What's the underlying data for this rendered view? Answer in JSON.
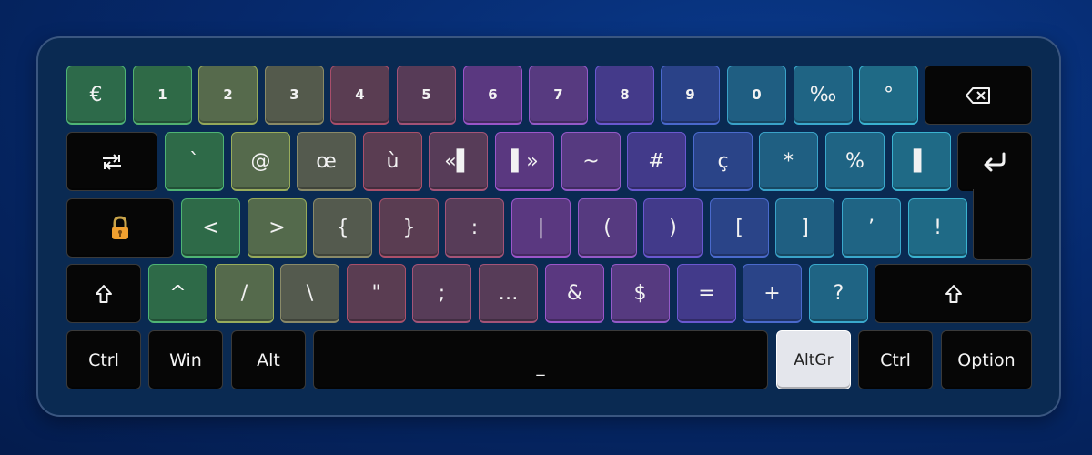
{
  "keyboard": {
    "row1": [
      {
        "label": "€",
        "bg": "#2d6a4a",
        "bd": "#4fb476"
      },
      {
        "label": "1",
        "bg": "#2f6a47",
        "bd": "#52b070"
      },
      {
        "label": "2",
        "bg": "#566a4c",
        "bd": "#94a85a"
      },
      {
        "label": "3",
        "bg": "#545a4c",
        "bd": "#8a8a66"
      },
      {
        "label": "4",
        "bg": "#5a3d52",
        "bd": "#a84e6a"
      },
      {
        "label": "5",
        "bg": "#573b57",
        "bd": "#a25276"
      },
      {
        "label": "6",
        "bg": "#5a3880",
        "bd": "#9a55c8"
      },
      {
        "label": "7",
        "bg": "#573a80",
        "bd": "#945ac8"
      },
      {
        "label": "8",
        "bg": "#443a8a",
        "bd": "#6a58d0"
      },
      {
        "label": "9",
        "bg": "#2a4288",
        "bd": "#4a68cc"
      },
      {
        "label": "0",
        "bg": "#1f5e82",
        "bd": "#3aa2c8"
      },
      {
        "label": "‰",
        "bg": "#1f6484",
        "bd": "#3aa8cc"
      },
      {
        "label": "°",
        "bg": "#1f6a86",
        "bd": "#3ab2d0"
      }
    ],
    "backspace_icon": "backspace-icon",
    "tab_icon": "tab-arrows-icon",
    "row2": [
      {
        "label": "`",
        "bg": "#2e6a48",
        "bd": "#4fb474"
      },
      {
        "label": "@",
        "bg": "#556a4c",
        "bd": "#98ac5c"
      },
      {
        "label": "œ",
        "bg": "#545a4e",
        "bd": "#8a8a68"
      },
      {
        "label": "ù",
        "bg": "#5a3d52",
        "bd": "#aa506a"
      },
      {
        "label": "«▌",
        "bg": "#573c58",
        "bd": "#a45478"
      },
      {
        "label": "▌»",
        "bg": "#5a3880",
        "bd": "#9c56ca"
      },
      {
        "label": "~",
        "bg": "#563a80",
        "bd": "#945ac8"
      },
      {
        "label": "#",
        "bg": "#423a8a",
        "bd": "#6a58d0"
      },
      {
        "label": "ç",
        "bg": "#2a4488",
        "bd": "#4a6acc"
      },
      {
        "label": "*",
        "bg": "#1f5f82",
        "bd": "#3aa2c8"
      },
      {
        "label": "%",
        "bg": "#1f6484",
        "bd": "#3aa8cc"
      },
      {
        "label": "▌",
        "bg": "#1f6a86",
        "bd": "#3ab2d0"
      }
    ],
    "enter_icon": "enter-icon",
    "lock_icon": "lock-icon",
    "row3": [
      {
        "label": "<",
        "bg": "#2e6a48",
        "bd": "#4fb474"
      },
      {
        "label": ">",
        "bg": "#546a4c",
        "bd": "#96aa5a"
      },
      {
        "label": "{",
        "bg": "#545a4e",
        "bd": "#8a8a68"
      },
      {
        "label": "}",
        "bg": "#5a3d52",
        "bd": "#aa506a"
      },
      {
        "label": ":",
        "bg": "#573c58",
        "bd": "#a45478"
      },
      {
        "label": "|",
        "bg": "#5a3880",
        "bd": "#9c56ca"
      },
      {
        "label": "(",
        "bg": "#563a80",
        "bd": "#945ac8"
      },
      {
        "label": ")",
        "bg": "#423a8a",
        "bd": "#6a58d0"
      },
      {
        "label": "[",
        "bg": "#2a4488",
        "bd": "#4a6acc"
      },
      {
        "label": "]",
        "bg": "#1f5f82",
        "bd": "#3aa2c8"
      },
      {
        "label": "’",
        "bg": "#1f6484",
        "bd": "#3aa8cc"
      },
      {
        "label": "!",
        "bg": "#1f6a86",
        "bd": "#3ab2d0"
      }
    ],
    "shift_icon": "shift-icon",
    "row4": [
      {
        "label": "^",
        "bg": "#2e6a48",
        "bd": "#4fb474"
      },
      {
        "label": "/",
        "bg": "#556a4c",
        "bd": "#98ac5c"
      },
      {
        "label": "\\",
        "bg": "#545a4e",
        "bd": "#8a8a68"
      },
      {
        "label": "\"",
        "bg": "#5a3d52",
        "bd": "#aa506a"
      },
      {
        "label": ";",
        "bg": "#573c58",
        "bd": "#a45478"
      },
      {
        "label": "…",
        "bg": "#573c58",
        "bd": "#a45478"
      },
      {
        "label": "&",
        "bg": "#5a3880",
        "bd": "#9c56ca"
      },
      {
        "label": "$",
        "bg": "#563a80",
        "bd": "#945ac8"
      },
      {
        "label": "=",
        "bg": "#423a8a",
        "bd": "#6a58d0"
      },
      {
        "label": "+",
        "bg": "#2a4488",
        "bd": "#4a6acc"
      },
      {
        "label": "?",
        "bg": "#1f6484",
        "bd": "#3aa8cc"
      }
    ],
    "bottom": {
      "ctrl_left": "Ctrl",
      "win": "Win",
      "alt": "Alt",
      "space": "_",
      "altgr": "AltGr",
      "ctrl_right": "Ctrl",
      "option": "Option"
    }
  }
}
